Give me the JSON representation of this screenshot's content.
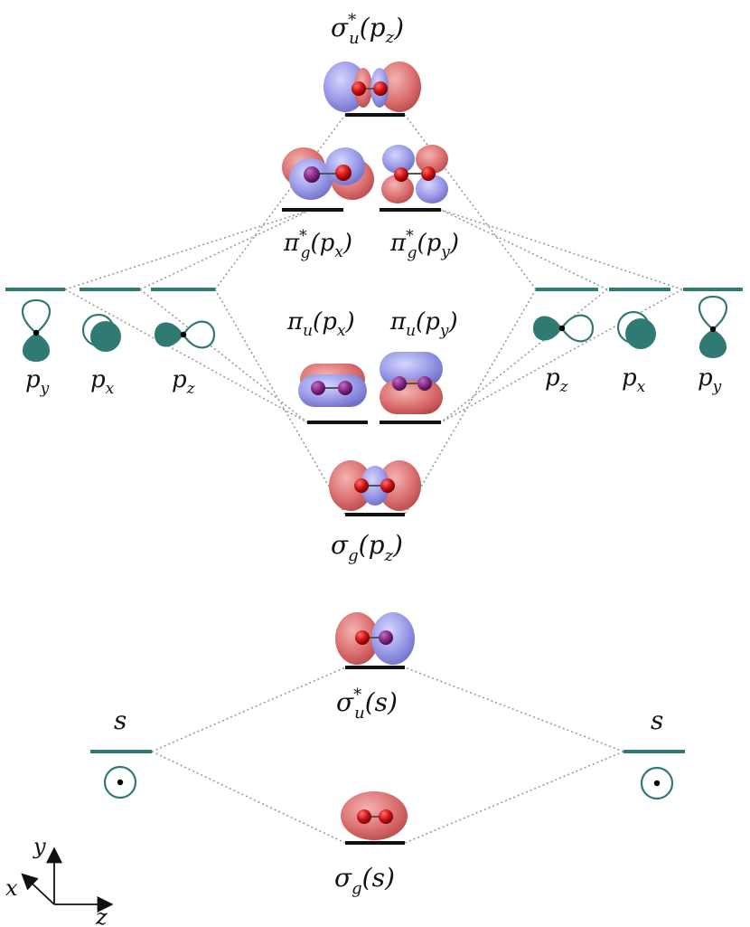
{
  "colors": {
    "atomic_level": "#2f7a72",
    "molecular_level": "#111111",
    "lobe_positive": "#d96a6a",
    "lobe_negative": "#8f8fe0",
    "atom": "#c51414"
  },
  "labels": {
    "sigma_u_star_pz": {
      "base": "σ",
      "sub": "u",
      "sup": "*",
      "arg": "(p",
      "argsub": "z",
      "close": ")"
    },
    "pi_g_star_px": {
      "base": "π",
      "sub": "g",
      "sup": "*",
      "arg": "(p",
      "argsub": "x",
      "close": ")"
    },
    "pi_g_star_py": {
      "base": "π",
      "sub": "g",
      "sup": "*",
      "arg": "(p",
      "argsub": "y",
      "close": ")"
    },
    "pi_u_px": {
      "base": "π",
      "sub": "u",
      "arg": "(p",
      "argsub": "x",
      "close": ")"
    },
    "pi_u_py": {
      "base": "π",
      "sub": "u",
      "arg": "(p",
      "argsub": "y",
      "close": ")"
    },
    "sigma_g_pz": {
      "base": "σ",
      "sub": "g",
      "arg": "(p",
      "argsub": "z",
      "close": ")"
    },
    "sigma_u_star_s": {
      "base": "σ",
      "sub": "u",
      "sup": "*",
      "arg": "(s",
      "close": ")"
    },
    "sigma_g_s": {
      "base": "σ",
      "sub": "g",
      "arg": "(s",
      "close": ")"
    },
    "left_atomic": [
      {
        "base": "p",
        "sub": "y"
      },
      {
        "base": "p",
        "sub": "x"
      },
      {
        "base": "p",
        "sub": "z"
      }
    ],
    "right_atomic": [
      {
        "base": "p",
        "sub": "z"
      },
      {
        "base": "p",
        "sub": "x"
      },
      {
        "base": "p",
        "sub": "y"
      }
    ],
    "s_left": "s",
    "s_right": "s"
  },
  "axes": {
    "y": "y",
    "x": "x",
    "z": "z"
  },
  "icons": {
    "orbital_glyph": "p-orbital-dumbbell-icon",
    "s_orbital": "s-orbital-icon",
    "orbital_render": "molecular-orbital-isosurface-icon"
  }
}
